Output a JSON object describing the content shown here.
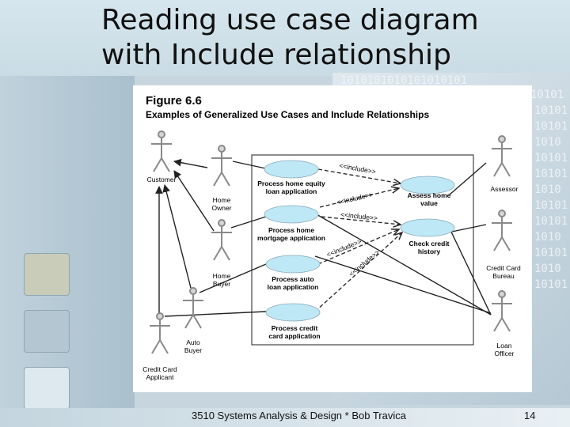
{
  "slide": {
    "title_line1": "Reading use case diagram",
    "title_line2": "with Include relationship",
    "footer_text": "3510 Systems Analysis & Design * Bob Travica",
    "slide_number": "14"
  },
  "figure": {
    "label": "Figure 6.6",
    "caption": "Examples of Generalized Use Cases and Include Relationships"
  },
  "actors": {
    "customer": [
      "Customer"
    ],
    "home_owner": [
      "Home",
      "Owner"
    ],
    "home_buyer": [
      "Home",
      "Buyer"
    ],
    "auto_buyer": [
      "Auto",
      "Buyer"
    ],
    "credit_card_applicant": [
      "Credit Card",
      "Applicant"
    ],
    "assessor": [
      "Assessor"
    ],
    "credit_card_bureau": [
      "Credit Card",
      "Bureau"
    ],
    "loan_officer": [
      "Loan",
      "Officer"
    ]
  },
  "use_cases": {
    "process_home_equity": [
      "Process home equity",
      "loan application"
    ],
    "process_home_mortgage": [
      "Process home",
      "mortgage application"
    ],
    "process_auto_loan": [
      "Process auto",
      "loan application"
    ],
    "process_credit_card": [
      "Process credit",
      "card application"
    ],
    "assess_home_value": [
      "Assess home",
      "value"
    ],
    "check_credit_history": [
      "Check credit",
      "history"
    ]
  },
  "relationships": {
    "include_label": "<<include>>"
  },
  "colors": {
    "use_case_fill": "#bfe8f6",
    "actor_fill": "#d6d6d6",
    "line": "#222222"
  }
}
